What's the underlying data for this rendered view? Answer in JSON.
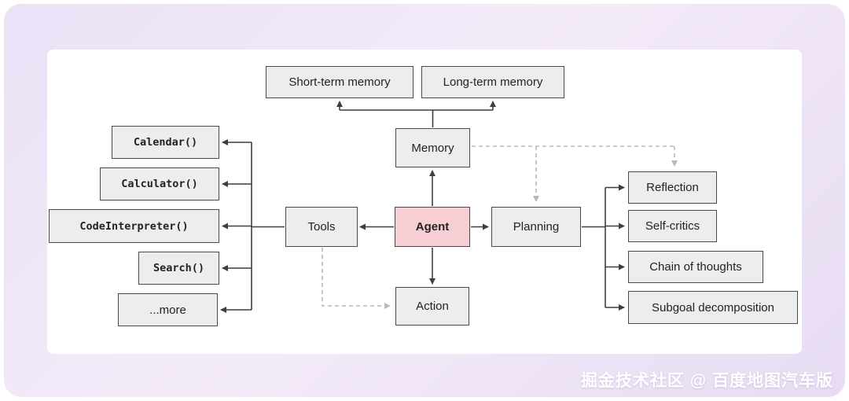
{
  "watermark": "掘金技术社区 @ 百度地图汽车版",
  "nodes": {
    "short_term_memory": "Short-term memory",
    "long_term_memory": "Long-term memory",
    "memory": "Memory",
    "agent": "Agent",
    "tools": "Tools",
    "planning": "Planning",
    "action": "Action",
    "calendar": "Calendar()",
    "calculator": "Calculator()",
    "code_interpreter": "CodeInterpreter()",
    "search": "Search()",
    "more": "...more",
    "reflection": "Reflection",
    "self_critics": "Self-critics",
    "chain_of_thoughts": "Chain of thoughts",
    "subgoal_decomposition": "Subgoal decomposition"
  },
  "colors": {
    "node_fill": "#ededed",
    "node_border": "#4a4a4a",
    "agent_fill": "#f6ced3",
    "line_solid": "#3f3f3f",
    "line_dashed": "#b9b9b9",
    "panel_bg": "#ffffff"
  }
}
